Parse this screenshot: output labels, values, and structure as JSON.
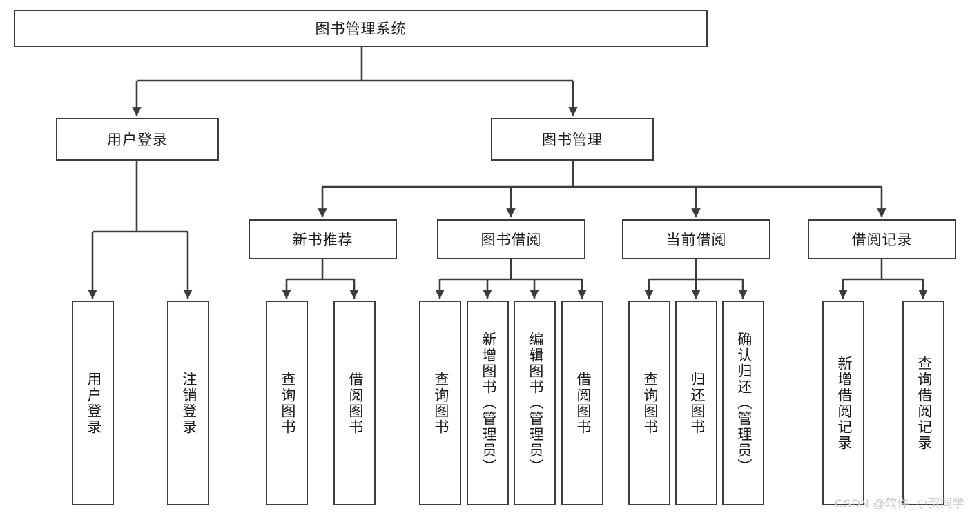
{
  "diagram": {
    "title": "图书管理系统",
    "type": "tree-hierarchy",
    "watermark": "CSDN @软件_小贺同学",
    "colors": {
      "stroke": "#3c3c3c",
      "fill": "#ffffff",
      "text": "#1a1a1a",
      "watermark": "#c8c8c8"
    },
    "nodes": {
      "root": {
        "label": "图书管理系统",
        "level": 1
      },
      "user_login": {
        "label": "用户登录",
        "level": 2
      },
      "book_manage": {
        "label": "图书管理",
        "level": 2
      },
      "new_book_rec": {
        "label": "新书推荐",
        "level": 3
      },
      "book_borrow": {
        "label": "图书借阅",
        "level": 3
      },
      "current_borrow": {
        "label": "当前借阅",
        "level": 3
      },
      "borrow_record": {
        "label": "借阅记录",
        "level": 3
      },
      "leaf_user_login": {
        "label": "用户登录",
        "level": 4
      },
      "leaf_logout": {
        "label": "注销登录",
        "level": 4
      },
      "leaf_query_book_1": {
        "label": "查询图书",
        "level": 4
      },
      "leaf_borrow_book_1": {
        "label": "借阅图书",
        "level": 4
      },
      "leaf_query_book_2": {
        "label": "查询图书",
        "level": 4
      },
      "leaf_add_book": {
        "label": "新增图书（管理员）",
        "level": 4
      },
      "leaf_edit_book": {
        "label": "编辑图书（管理员）",
        "level": 4
      },
      "leaf_borrow_book_2": {
        "label": "借阅图书",
        "level": 4
      },
      "leaf_query_book_3": {
        "label": "查询图书",
        "level": 4
      },
      "leaf_return_book": {
        "label": "归还图书",
        "level": 4
      },
      "leaf_confirm_return": {
        "label": "确认归还（管理员）",
        "level": 4
      },
      "leaf_add_record": {
        "label": "新增借阅记录",
        "level": 4
      },
      "leaf_query_record": {
        "label": "查询借阅记录",
        "level": 4
      }
    },
    "edges": [
      {
        "from": "root",
        "to": "user_login"
      },
      {
        "from": "root",
        "to": "book_manage"
      },
      {
        "from": "book_manage",
        "to": "new_book_rec"
      },
      {
        "from": "book_manage",
        "to": "book_borrow"
      },
      {
        "from": "book_manage",
        "to": "current_borrow"
      },
      {
        "from": "book_manage",
        "to": "borrow_record"
      },
      {
        "from": "user_login",
        "to": "leaf_user_login"
      },
      {
        "from": "user_login",
        "to": "leaf_logout"
      },
      {
        "from": "new_book_rec",
        "to": "leaf_query_book_1"
      },
      {
        "from": "new_book_rec",
        "to": "leaf_borrow_book_1"
      },
      {
        "from": "book_borrow",
        "to": "leaf_query_book_2"
      },
      {
        "from": "book_borrow",
        "to": "leaf_add_book"
      },
      {
        "from": "book_borrow",
        "to": "leaf_edit_book"
      },
      {
        "from": "book_borrow",
        "to": "leaf_borrow_book_2"
      },
      {
        "from": "current_borrow",
        "to": "leaf_query_book_3"
      },
      {
        "from": "current_borrow",
        "to": "leaf_return_book"
      },
      {
        "from": "current_borrow",
        "to": "leaf_confirm_return"
      },
      {
        "from": "borrow_record",
        "to": "leaf_add_record"
      },
      {
        "from": "borrow_record",
        "to": "leaf_query_record"
      }
    ]
  }
}
